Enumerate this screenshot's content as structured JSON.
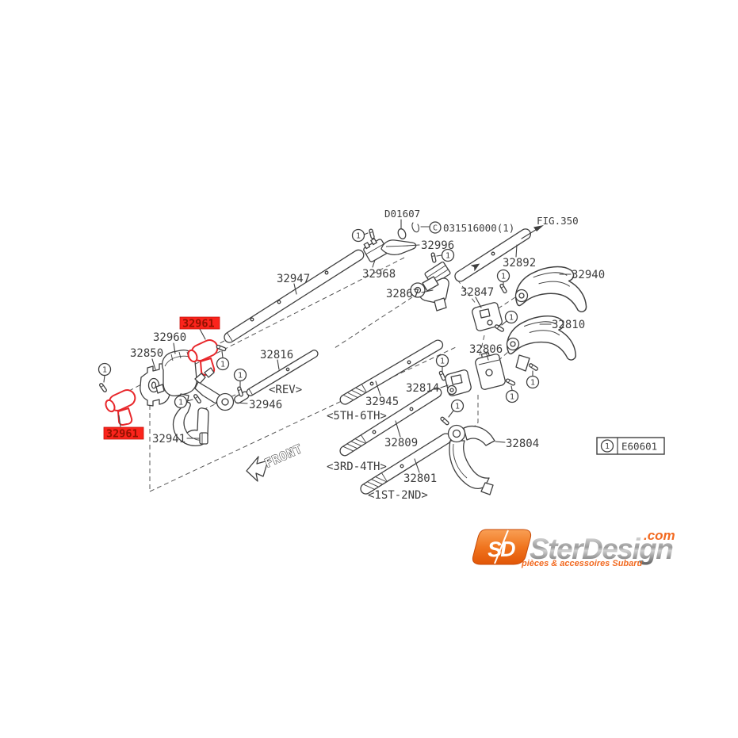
{
  "diagram": {
    "callout_number": "1",
    "fig_reference": "FIG.350",
    "front_marker": "FRONT",
    "top_parts": {
      "clip_label": "D01607",
      "c_prefix": "C",
      "c_part_number": "031516000(1)"
    },
    "legend": {
      "number": "1",
      "code": "E60601"
    },
    "parts": {
      "p32947": "32947",
      "p32892": "32892",
      "p32996": "32996",
      "p32968": "32968",
      "p32867": "32867",
      "p32847": "32847",
      "p32940": "32940",
      "p32810": "32810",
      "p32806": "32806",
      "p32814": "32814",
      "p32945": "32945",
      "p32816": "32816",
      "p32946": "32946",
      "p32850": "32850",
      "p32960": "32960",
      "p32941": "32941",
      "p32809": "32809",
      "p32801": "32801",
      "p32804": "32804"
    },
    "highlighted_parts": {
      "p32961_upper": "32961",
      "p32961_lower": "32961"
    },
    "shaft_tags": {
      "rev": "<REV>",
      "fifth_sixth": "<5TH-6TH>",
      "third_fourth": "<3RD-4TH>",
      "first_second": "<1ST-2ND>"
    }
  },
  "watermark_logo": {
    "monogram": "SD",
    "brand": "SterDesign",
    "tld": ".com",
    "tagline": "pièces & accessoires Subaru"
  },
  "colors": {
    "line": "#3f3f3f",
    "highlight_stroke": "#e8272b",
    "highlight_bg": "#fb241c",
    "highlight_text": "#8f1200",
    "logo_orange": "#f26a21"
  }
}
